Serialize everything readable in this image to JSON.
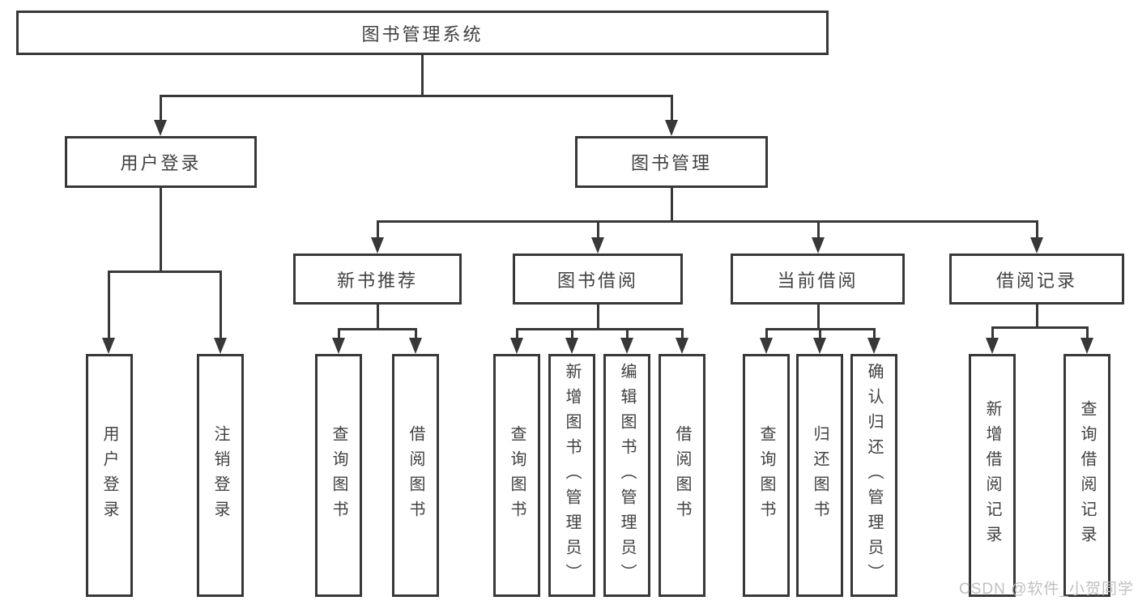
{
  "colors": {
    "line": "#383838",
    "box_border": "#383838",
    "text": "#414141",
    "watermark": "#c0c0c0",
    "background": "#ffffff"
  },
  "watermark": "CSDN @软件_小贺同学",
  "tree": {
    "root": "图书管理系统",
    "branches": [
      {
        "label": "用户登录",
        "children": [
          {
            "label": "用户登录"
          },
          {
            "label": "注销登录"
          }
        ]
      },
      {
        "label": "图书管理",
        "children": [
          {
            "label": "新书推荐",
            "children": [
              {
                "label": "查询图书"
              },
              {
                "label": "借阅图书"
              }
            ]
          },
          {
            "label": "图书借阅",
            "children": [
              {
                "label": "查询图书"
              },
              {
                "label": "新增图书（管理员）"
              },
              {
                "label": "编辑图书（管理员）"
              },
              {
                "label": "借阅图书"
              }
            ]
          },
          {
            "label": "当前借阅",
            "children": [
              {
                "label": "查询图书"
              },
              {
                "label": "归还图书"
              },
              {
                "label": "确认归还（管理员）"
              }
            ]
          },
          {
            "label": "借阅记录",
            "children": [
              {
                "label": "新增借阅记录"
              },
              {
                "label": "查询借阅记录"
              }
            ]
          }
        ]
      }
    ]
  }
}
